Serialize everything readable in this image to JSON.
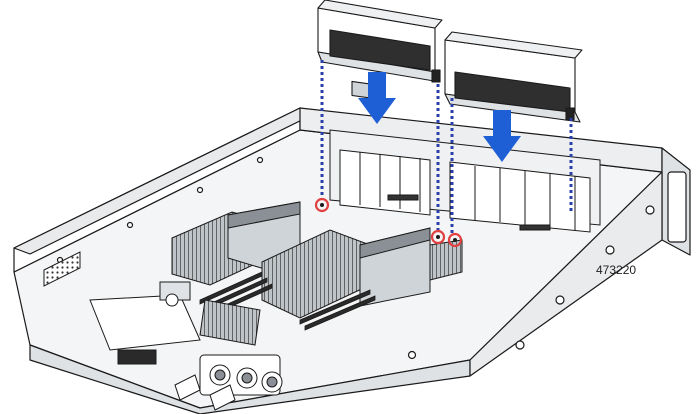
{
  "figure": {
    "figure_id": "473220",
    "description": "riser-cage-installation",
    "colors": {
      "arrow": "#1f5fd6",
      "guide_line": "#2a3fa8",
      "alignment_marker": "#e04040",
      "line_art": "#1a1a1a",
      "fill_light": "#ffffff",
      "fill_mid": "#cfd4d8",
      "fill_dark": "#8a9096"
    },
    "callouts": [
      {
        "name": "alignment-marker-1"
      },
      {
        "name": "alignment-marker-2"
      },
      {
        "name": "alignment-marker-3"
      }
    ],
    "arrows": [
      {
        "name": "down-arrow-left"
      },
      {
        "name": "down-arrow-right"
      }
    ]
  }
}
